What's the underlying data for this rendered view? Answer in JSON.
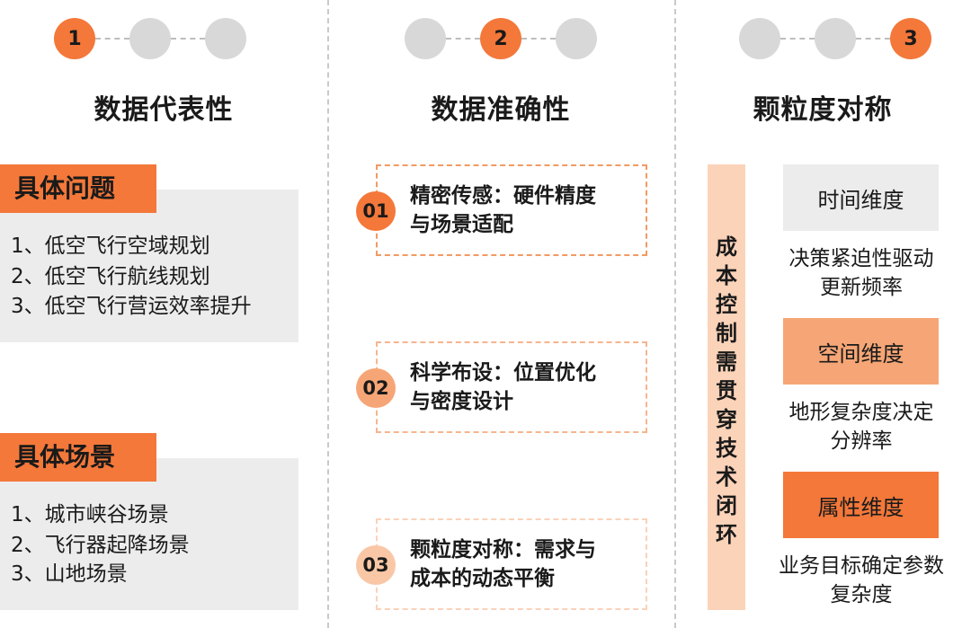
{
  "steps": {
    "col1": [
      "1",
      "",
      ""
    ],
    "col2": [
      "",
      "2",
      ""
    ],
    "col3": [
      "",
      "",
      "3"
    ]
  },
  "columns": [
    {
      "title": "数据代表性"
    },
    {
      "title": "数据准确性"
    },
    {
      "title": "颗粒度对称"
    }
  ],
  "representativeness": {
    "problems": {
      "tag": "具体问题",
      "items": [
        "1、低空飞行空域规划",
        "2、低空飞行航线规划",
        "3、低空飞行营运效率提升"
      ]
    },
    "scenarios": {
      "tag": "具体场景",
      "items": [
        "1、城市峡谷场景",
        "2、飞行器起降场景",
        "3、山地场景"
      ]
    }
  },
  "accuracy": {
    "items": [
      {
        "num": "01",
        "line1": "精密传感：硬件精度",
        "line2": "与场景适配"
      },
      {
        "num": "02",
        "line1": "科学布设：位置优化",
        "line2": "与密度设计"
      },
      {
        "num": "03",
        "line1": "颗粒度对称：需求与",
        "line2": "成本的动态平衡"
      }
    ]
  },
  "granularity": {
    "vertical_label": [
      "成",
      "本",
      "控",
      "制",
      "需",
      "贯",
      "穿",
      "技",
      "术",
      "闭",
      "环"
    ],
    "dimensions": [
      {
        "label": "时间维度",
        "desc1": "决策紧迫性驱动",
        "desc2": "更新频率"
      },
      {
        "label": "空间维度",
        "desc1": "地形复杂度决定",
        "desc2": "分辨率"
      },
      {
        "label": "属性维度",
        "desc1": "业务目标确定参数",
        "desc2": "复杂度"
      }
    ]
  },
  "colors": {
    "accent": "#f4783a",
    "accent_mid": "#f6a676",
    "accent_light": "#fbd3b9",
    "grey": "#ececec",
    "step_inactive": "#d8d8d8"
  }
}
